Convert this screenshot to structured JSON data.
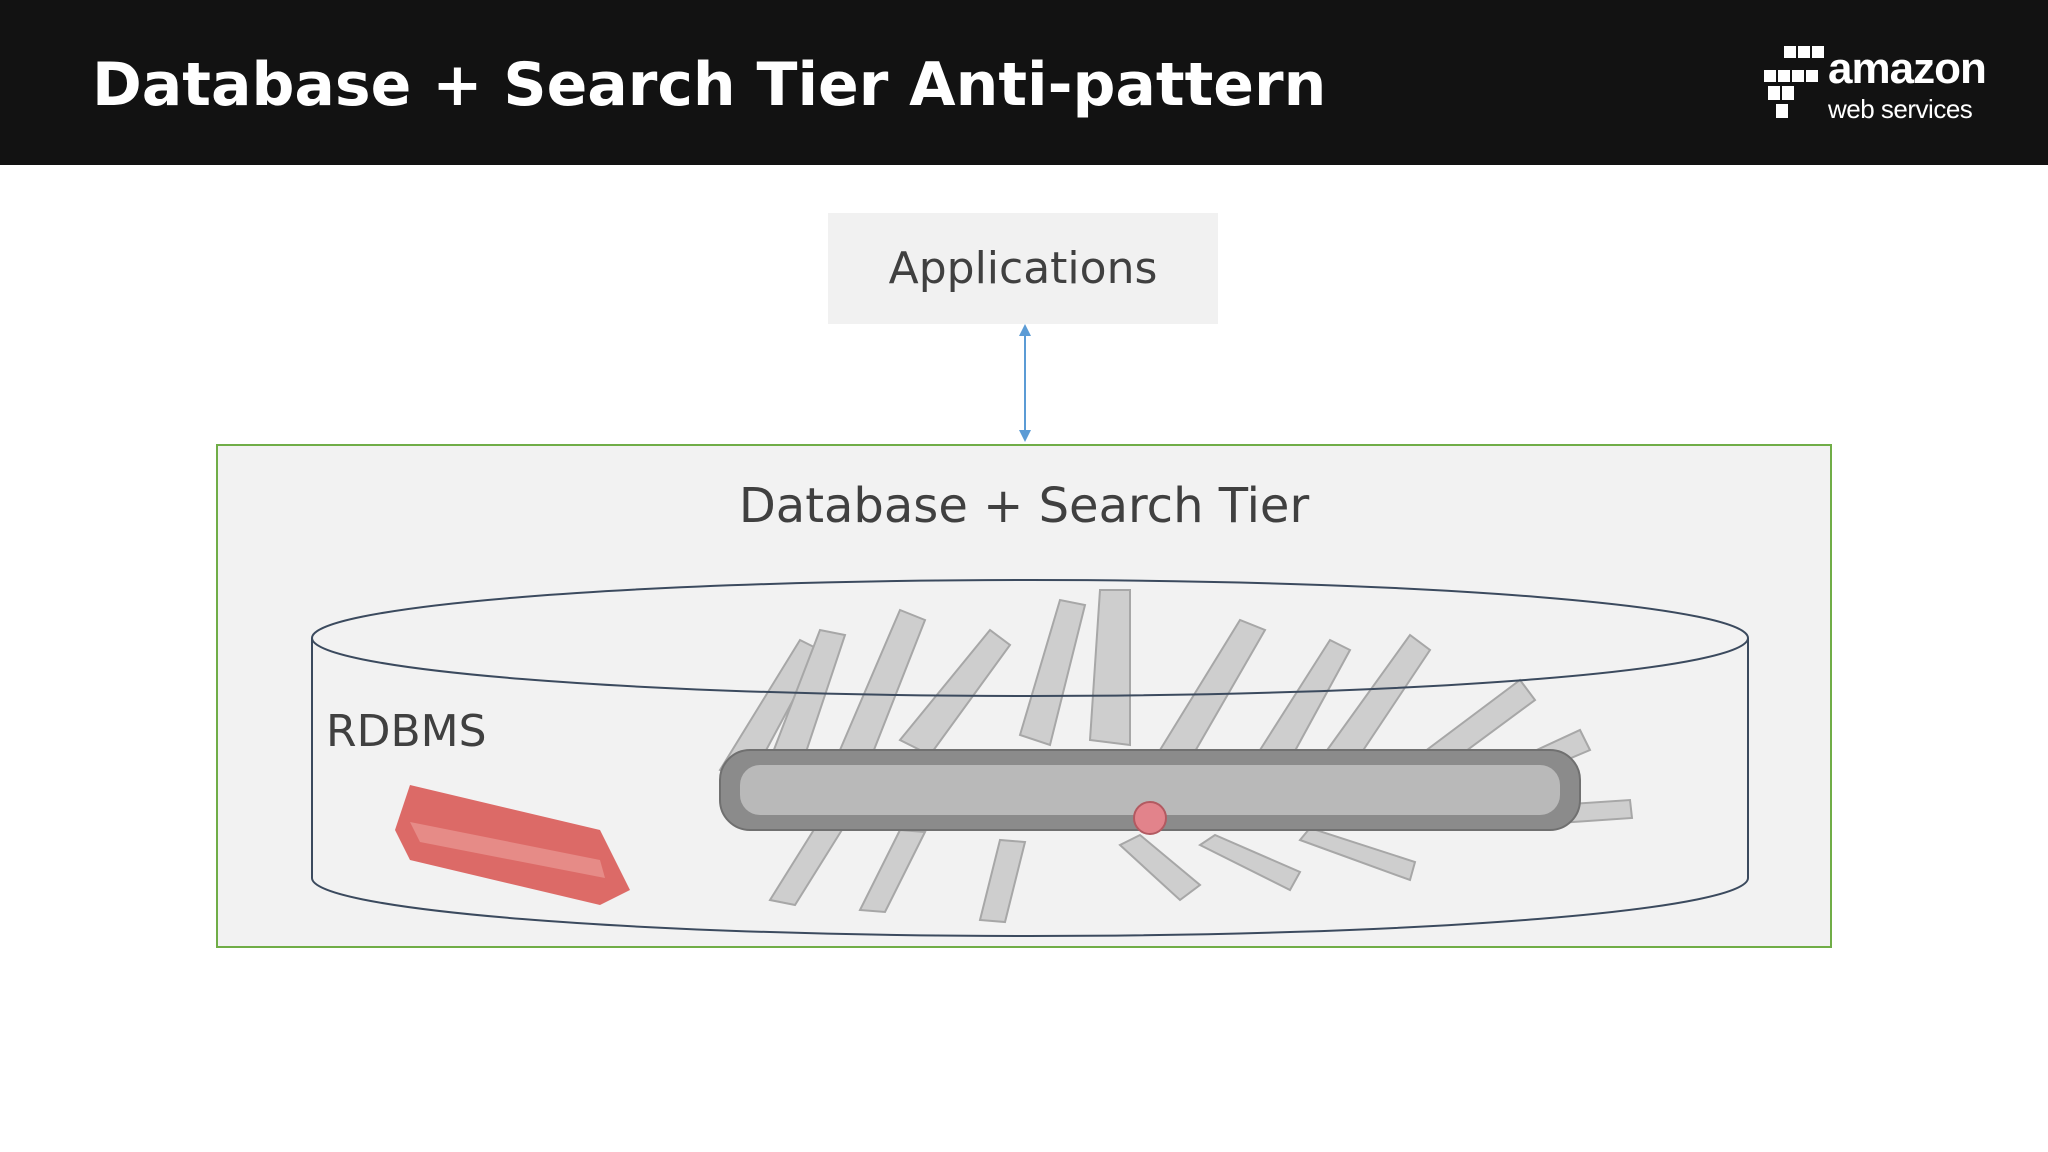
{
  "header": {
    "title": "Database + Search Tier Anti-pattern",
    "logo": {
      "word": "amazon",
      "sub": "web services",
      "icon": "aws-cubes-icon"
    }
  },
  "diagram": {
    "applications_label": "Applications",
    "tier_label": "Database + Search Tier",
    "rdbms_label": "RDBMS",
    "illustration": "swiss-army-knife-icon"
  },
  "colors": {
    "header_bg": "#121212",
    "tier_border": "#70ad47",
    "tier_fill": "#f2f2f2",
    "arrow": "#5b9bd5",
    "cylinder_stroke": "#3b4a5e",
    "knife_red": "#d9534f"
  }
}
